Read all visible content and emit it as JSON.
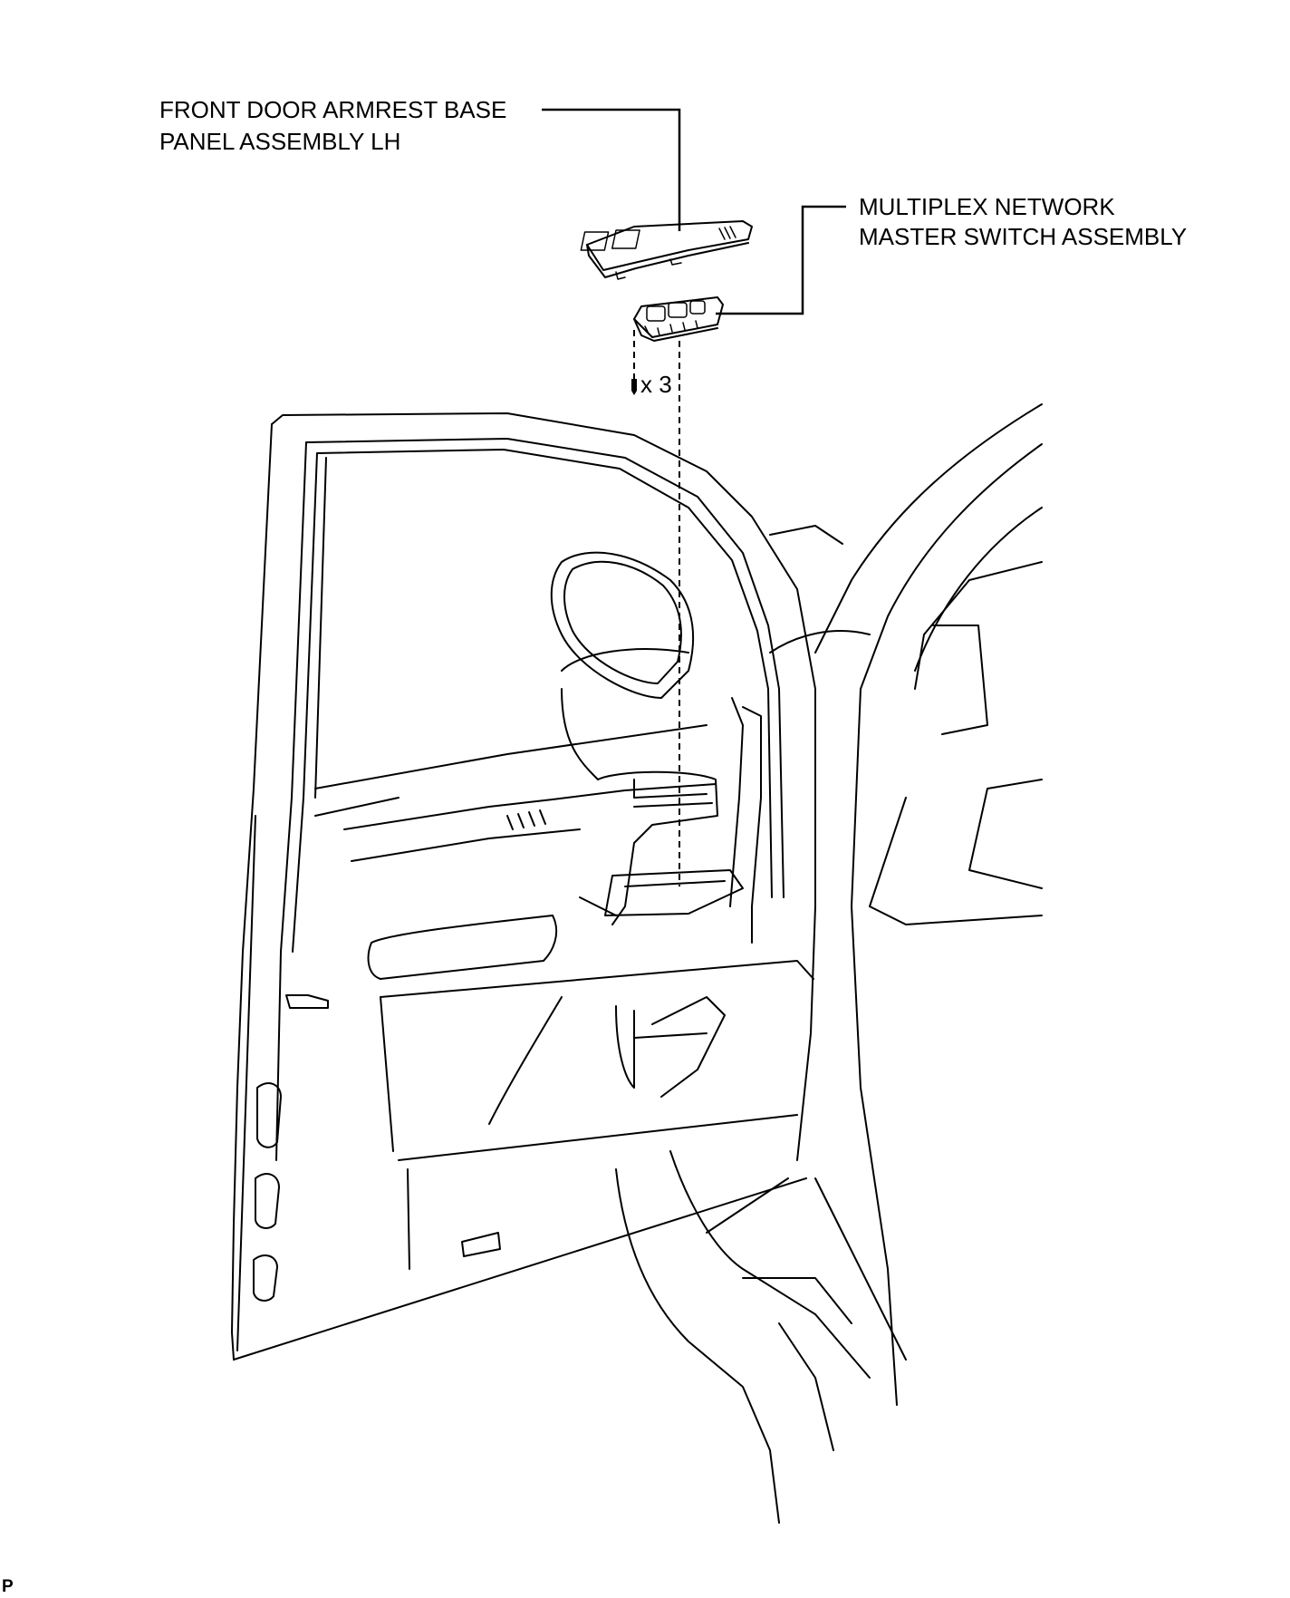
{
  "labels": {
    "armrest_line1": "FRONT DOOR ARMREST BASE",
    "armrest_line2": "PANEL ASSEMBLY LH",
    "switch_line1": "MULTIPLEX NETWORK",
    "switch_line2": "MASTER SWITCH ASSEMBLY"
  },
  "fastener": {
    "icon": "screw-icon",
    "count_text": "x 3"
  },
  "code": "P"
}
